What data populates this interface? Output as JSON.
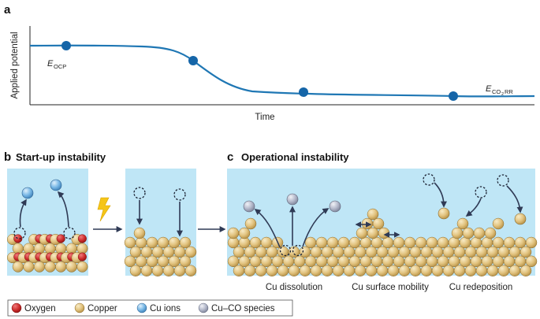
{
  "panel_a": {
    "letter": "a",
    "y_axis_label": "Applied potential",
    "x_axis_label": "Time",
    "e_ocp_main": "E",
    "e_ocp_sub": "OCP",
    "e_rr_main": "E",
    "e_rr_sub_a": "CO",
    "e_rr_sub_b": "2",
    "e_rr_sub_c": "RR"
  },
  "panel_b": {
    "letter": "b",
    "title": "Start-up instability"
  },
  "panel_c": {
    "letter": "c",
    "title": "Operational instability",
    "captions": [
      "Cu dissolution",
      "Cu surface mobility",
      "Cu redeposition"
    ]
  },
  "legend": {
    "items": [
      {
        "label": "Oxygen",
        "icon": "oxygen-atom-icon"
      },
      {
        "label": "Copper",
        "icon": "copper-atom-icon"
      },
      {
        "label": "Cu ions",
        "icon": "cu-ion-icon"
      },
      {
        "label": "Cu–CO species",
        "icon": "cu-co-species-icon"
      }
    ]
  },
  "colors": {
    "curve": "#1f77b4",
    "electrolyte": "#bfe6f6",
    "copper": "#e3c687",
    "oxygen": "#cc2b2b",
    "cu_ion": "#6aaee0",
    "cu_co": "#a6acc0",
    "arrow": "#2f3a55"
  }
}
